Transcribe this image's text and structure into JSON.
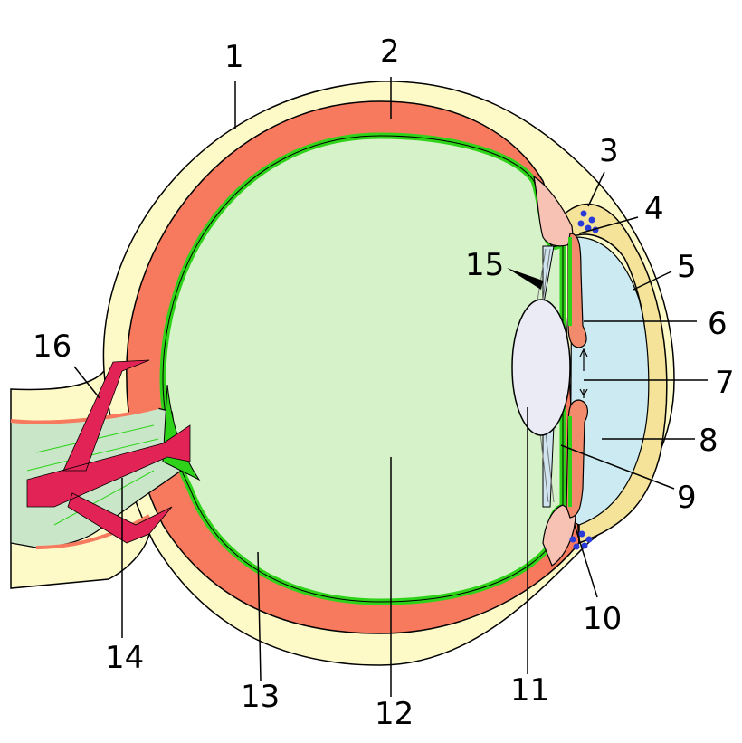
{
  "labels": {
    "l1": "1",
    "l2": "2",
    "l3": "3",
    "l4": "4",
    "l5": "5",
    "l6": "6",
    "l7": "7",
    "l8": "8",
    "l9": "9",
    "l10": "10",
    "l11": "11",
    "l12": "12",
    "l13": "13",
    "l14": "14",
    "l15": "15",
    "l16": "16"
  },
  "colors": {
    "sclera": "#fdfac7",
    "choroid": "#f87a5e",
    "retina": "#2ed319",
    "vitreous": "#d6f2c8",
    "lens": "#ebebf5",
    "aqueous": "#cceaf1",
    "cornea": "#f5e39a",
    "ciliary_body": "#f7c2b3",
    "iris": "#f28b6c",
    "vessels": "#e22356",
    "optic_nerve": "#c9e6c9",
    "canal_dots": "#2a3ad8",
    "zonule": "#cfe4ef"
  }
}
